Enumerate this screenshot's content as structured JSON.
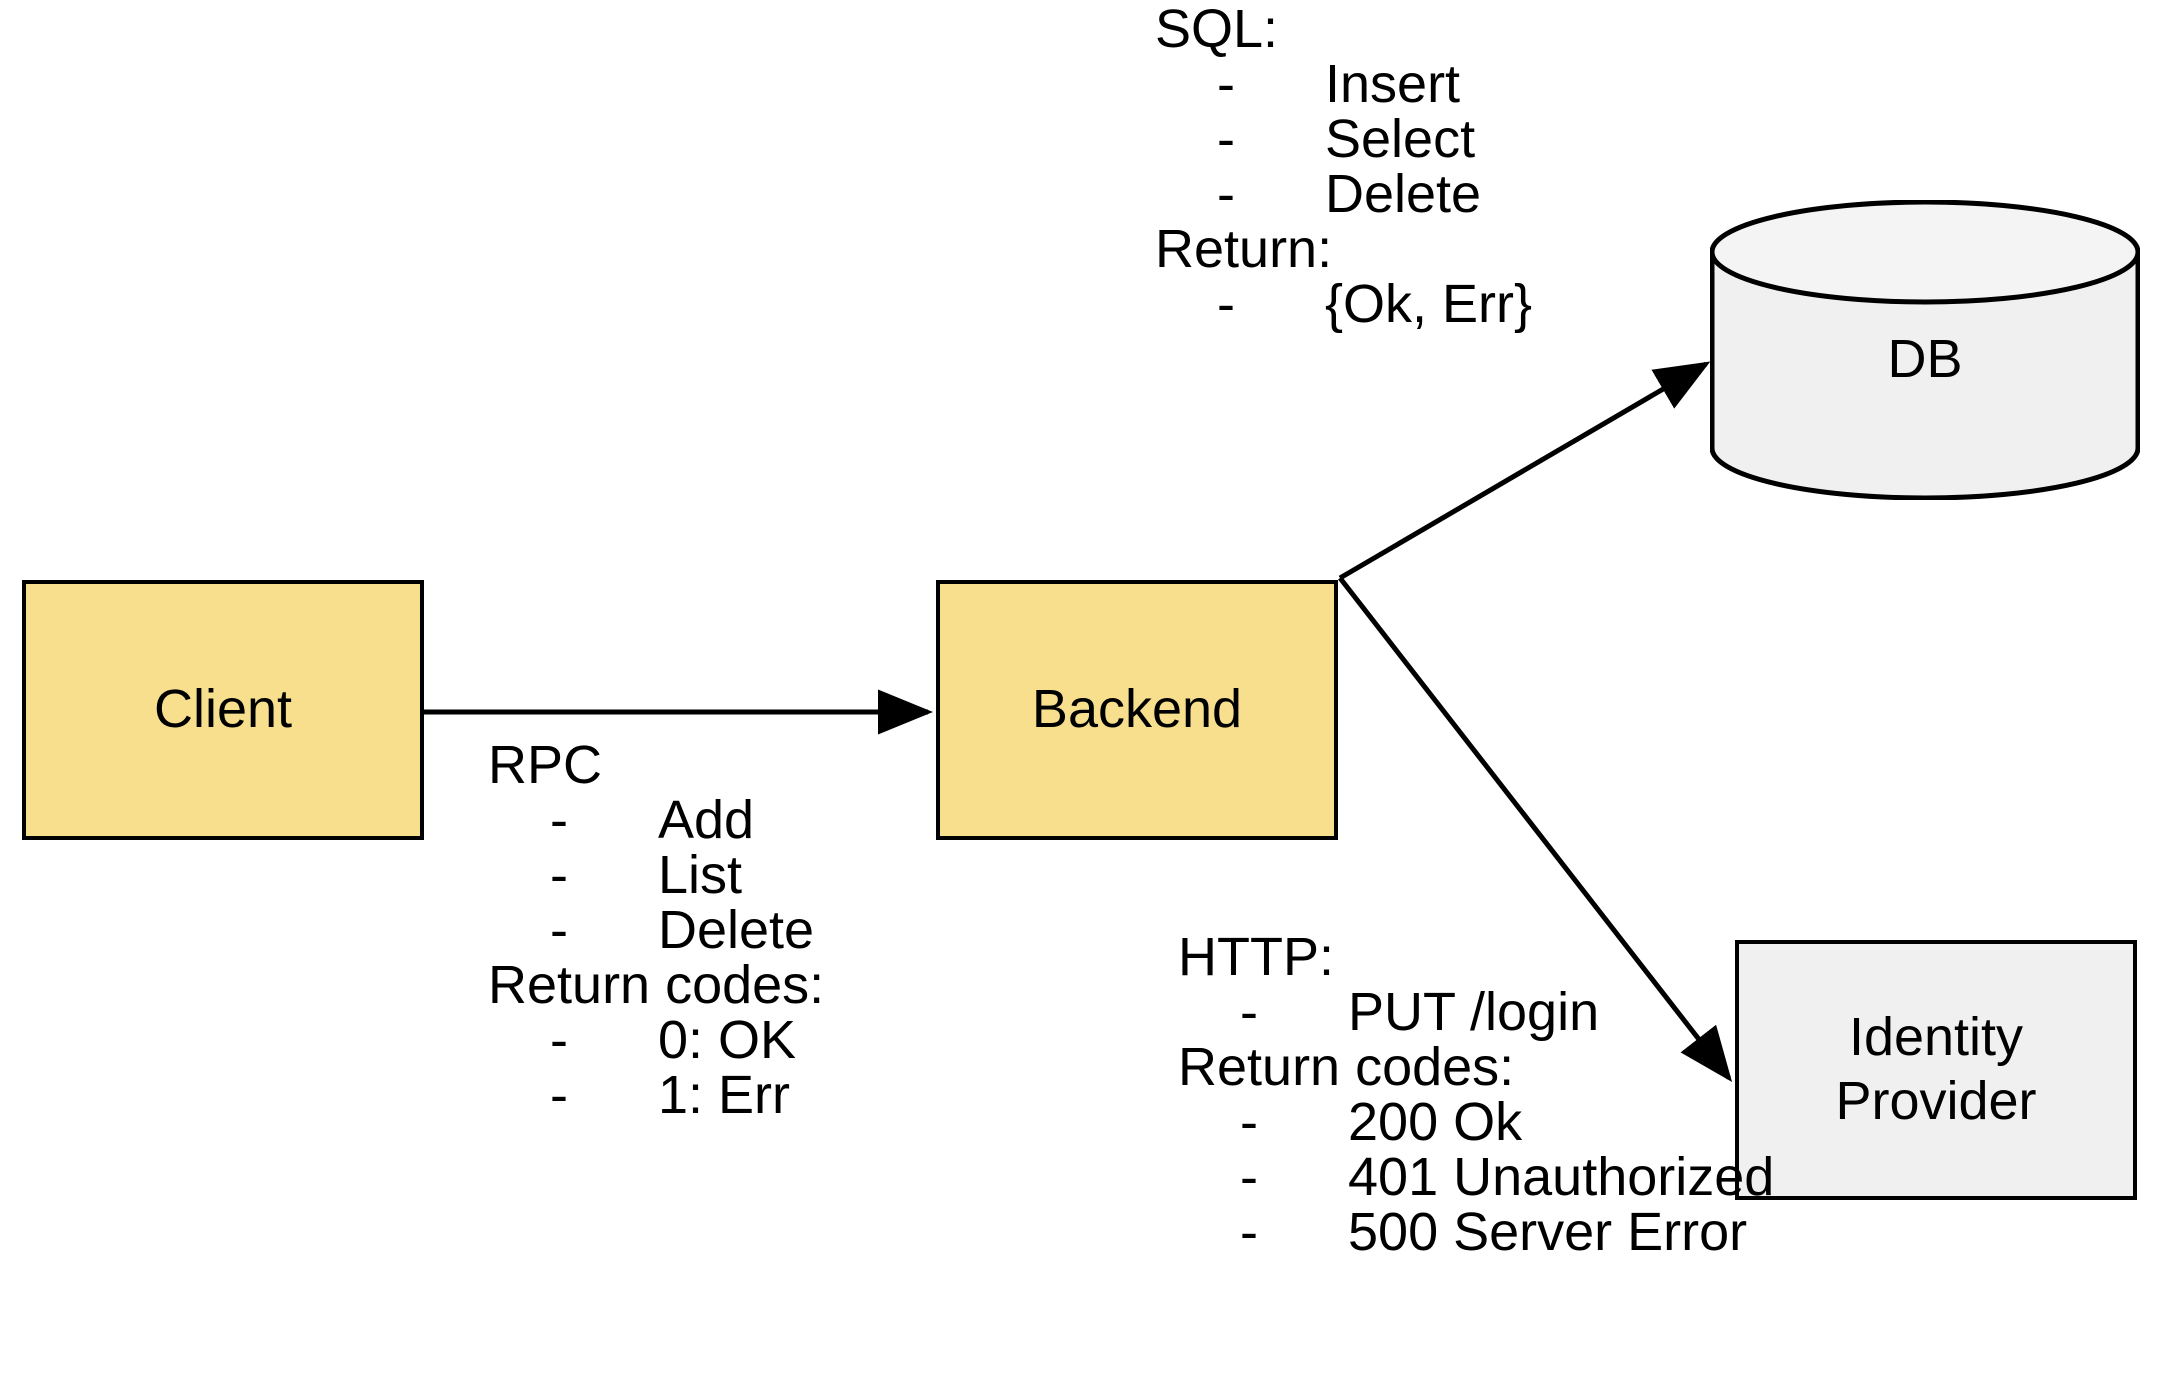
{
  "diagram": {
    "title": "Client / Backend / DB / Identity Provider architecture",
    "colors": {
      "service_fill": "#F7DF8E",
      "store_fill": "#F0F0F0",
      "stroke": "#000000",
      "background": "#FFFFFF"
    },
    "nodes": {
      "client": {
        "label": "Client",
        "shape": "rectangle",
        "fill": "#F7DF8E"
      },
      "backend": {
        "label": "Backend",
        "shape": "rectangle",
        "fill": "#F7DF8E"
      },
      "db": {
        "label": "DB",
        "shape": "cylinder",
        "fill": "#F0F0F0"
      },
      "idp": {
        "label": "Identity\nProvider",
        "shape": "rectangle",
        "fill": "#F0F0F0"
      }
    },
    "edges": [
      {
        "from": "client",
        "to": "backend",
        "protocol": "RPC",
        "direction": "right"
      },
      {
        "from": "backend",
        "to": "db",
        "protocol": "SQL",
        "direction": "up-right"
      },
      {
        "from": "backend",
        "to": "idp",
        "protocol": "HTTP",
        "direction": "down-right"
      }
    ],
    "annotations": {
      "rpc": {
        "heading": "RPC",
        "methods": [
          "Add",
          "List",
          "Delete"
        ],
        "returns_heading": "Return codes:",
        "returns": [
          "0: OK",
          "1: Err"
        ],
        "bullet": "-"
      },
      "sql": {
        "heading": "SQL:",
        "methods": [
          "Insert",
          "Select",
          "Delete"
        ],
        "returns_heading": "Return:",
        "returns": [
          "{Ok, Err}"
        ],
        "bullet": "-"
      },
      "http": {
        "heading": "HTTP:",
        "methods": [
          "PUT /login"
        ],
        "returns_heading": "Return codes:",
        "returns": [
          "200 Ok",
          "401 Unauthorized",
          "500 Server Error"
        ],
        "bullet": "-"
      }
    }
  }
}
